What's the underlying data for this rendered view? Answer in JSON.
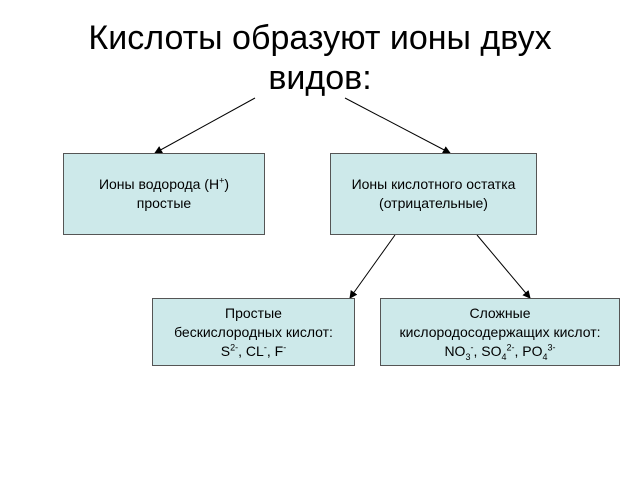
{
  "title_line1": "Кислоты образуют ионы двух",
  "title_line2": "видов:",
  "hydrogen_ions": {
    "line1_prefix": "Ионы водорода (Н",
    "line1_sup": "+",
    "line1_suffix": ")",
    "line2": "простые"
  },
  "acid_residue_ions": {
    "line1": "Ионы кислотного остатка",
    "line2": "(отрицательные)"
  },
  "simple_anions": {
    "line1": "Простые",
    "line2": "бескислородных кислот:",
    "ion1": "S",
    "ion1_sup": "2-",
    "sep1": ", CL",
    "ion2_sup": "-",
    "sep2": ", F",
    "ion3_sup": "-"
  },
  "complex_anions": {
    "line1": "Сложные",
    "line2": "кислородосодержащих кислот:",
    "ion1": "NO",
    "ion1_sub": "3",
    "ion1_sup": "-",
    "sep1": ", SO",
    "ion2_sub": "4",
    "ion2_sup": "2-",
    "sep2": ", PO",
    "ion3_sub": "4",
    "ion3_sup": "3-"
  },
  "colors": {
    "box_fill": "#cde9ea",
    "box_border": "#555555",
    "arrow": "#000000"
  }
}
